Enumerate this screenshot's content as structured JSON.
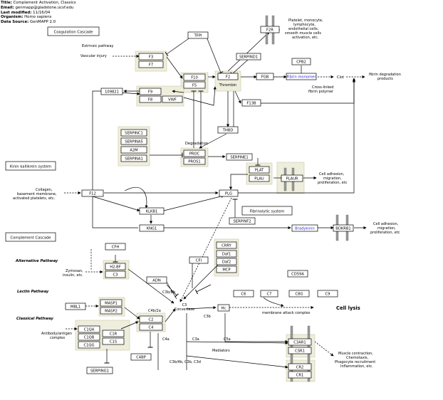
{
  "header": {
    "title_key": "Title:",
    "title": "Complement Activation, Classics",
    "email_key": "Email:",
    "email": "genmapp@gladstone.ucsf.edu",
    "modified_key": "Last modified:",
    "modified": "11/16/04",
    "organism_key": "Organism:",
    "organism": "Homo sapiens",
    "source_key": "Data Source:",
    "source": "GenMAPP 2.0"
  },
  "sections": {
    "coag": "Coagulation Cascade",
    "kinin": "Kinin kallikrein system",
    "complement": "Complement Cascade",
    "fibrinolytic": "Fibrinolytic system"
  },
  "pathways": {
    "alt": "Alternative Pathway",
    "lectin": "Lectin Pathway",
    "classical": "Classical Pathway"
  },
  "genes": {
    "f2r": "F2R",
    "tfpi": "TFPI",
    "f3": "F3",
    "f7": "F7",
    "f10": "F10",
    "f5": "F5",
    "f2": "F2",
    "serpind1": "SERPIND1",
    "fgb": "FGB",
    "cpb2": "CPB2",
    "fibrin_monomer": "Fibrin monomer",
    "clot": "Clot",
    "n109821": "109821",
    "f9": "F9",
    "f8": "F8",
    "vwf": "VWF",
    "f13b": "F13B",
    "thbd": "THBD",
    "serpinc1": "SERPINC1",
    "serpina5": "SERPINA5",
    "a2m": "A2M",
    "serpina1": "SERPINA1",
    "proc": "PROC",
    "pros1": "PROS1",
    "serpine1": "SERPINE1",
    "plat": "PLAT",
    "plau": "PLAU",
    "plaur": "PLAUR",
    "f12": "F12",
    "plg": "PLG",
    "klkb1": "KLKB1",
    "kng1": "KNG1",
    "serpinf2": "SERPINF2",
    "bradykinin": "Bradykinin",
    "bdkrb1": "BDKRB1",
    "cfh": "CFH",
    "h2bf": "H2-BF",
    "c3": "C3",
    "adn": "ADN",
    "cfi": "CFI",
    "crry": "CRRY",
    "daf1": "Daf1",
    "daf2": "Daf2",
    "mcp": "MCP",
    "cd59a": "CD59A",
    "c6": "C6",
    "c7": "C7",
    "c8g": "C8G",
    "c9": "C9",
    "mbl1": "MBL1",
    "masp1": "MASP1",
    "masp2": "MASP2",
    "c2": "C2",
    "c4": "C4",
    "hc": "Hc",
    "c1qa": "C1QA",
    "c1qb": "C1QB",
    "c1qg": "C1QG",
    "c1r": "C1R",
    "c1s": "C1S",
    "c4bp": "C4BP",
    "serping1": "SERPING1",
    "c3ar1": "C3AR1",
    "cr1_top": "CSR1",
    "cr2": "CR2",
    "cr1": "CR1"
  },
  "labels": {
    "extrinsic": "Extrinsic pathway",
    "vascular": "Vascular injury",
    "thrombin": "Thrombin",
    "degradation": "Degradation",
    "platelet": [
      "Platelet, monocyte,",
      "lymphocyte,",
      "endothelial cells,",
      "smooth muscle cells",
      "activation, etc."
    ],
    "fibrin_deg": [
      "fibrin degradation",
      "products"
    ],
    "crosslinked": [
      "Cross-linked",
      "fibrin polymer"
    ],
    "cell_adhesion1": [
      "Cell adhesion,",
      "migration,",
      "proliferation, etc"
    ],
    "collagen": [
      "Collagen,",
      "basement membrane,",
      "activated platelets, etc."
    ],
    "cell_adhesion2": [
      "Cell adhesion,",
      "migration,",
      "proliferation, etc"
    ],
    "zymosan": [
      "Zymosan,",
      "insulin, etc."
    ],
    "c3bbb": "C3b/Bb",
    "c4b2a": "C4b/2a",
    "c3_convertase": [
      "C3",
      "Convertase"
    ],
    "c3b": "C3b",
    "mac": "membrane attack complex",
    "cell_lysis": "Cell lysis",
    "antibody": [
      "Antibody/antigen",
      "complex"
    ],
    "c4a": "C4a",
    "c3a": "C3a",
    "c5a": "C5a",
    "mediators": "Mediators",
    "c3bi": "C3b/4b, C3b, C3d",
    "muscle": [
      "Muscle contraction,",
      "Chemotaxis,",
      "Phagocyte recruitment",
      "Inflammation, etc."
    ]
  },
  "colors": {
    "group_fill": "#efeedc",
    "link_blue": "#2a2acf",
    "receptor": "#999999"
  }
}
